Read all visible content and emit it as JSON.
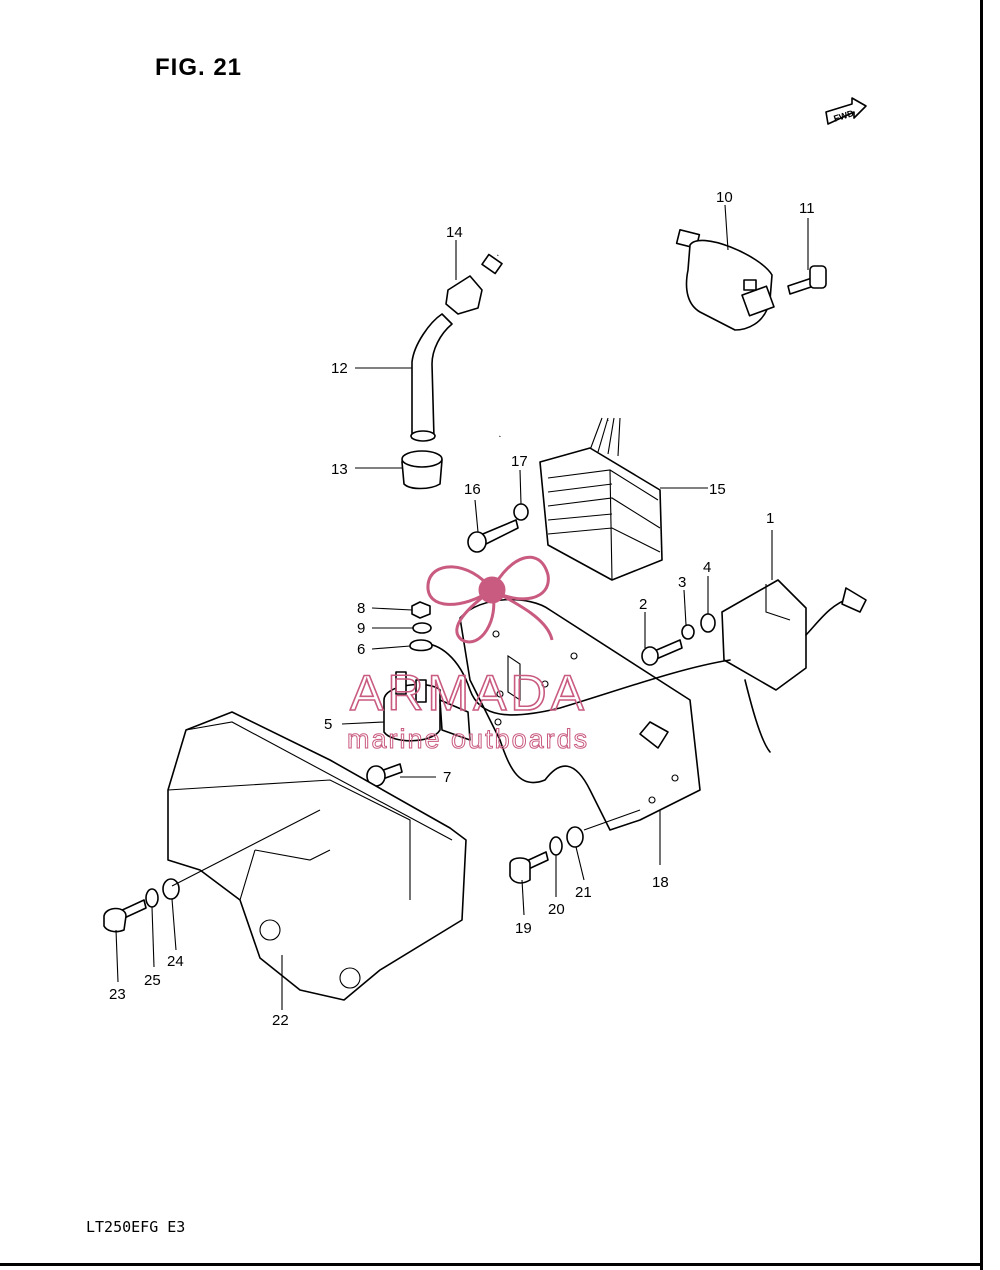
{
  "figure": {
    "title": "FIG. 21",
    "model_code": "LT250EFG  E3",
    "direction_badge": "FWD"
  },
  "watermark": {
    "brand": "ARMADA",
    "tagline": "marine outboards",
    "color": "#c95a80"
  },
  "callouts": [
    "1",
    "2",
    "3",
    "4",
    "5",
    "6",
    "7",
    "8",
    "9",
    "10",
    "11",
    "12",
    "13",
    "14",
    "15",
    "16",
    "17",
    "18",
    "19",
    "20",
    "21",
    "22",
    "23",
    "24",
    "25"
  ]
}
